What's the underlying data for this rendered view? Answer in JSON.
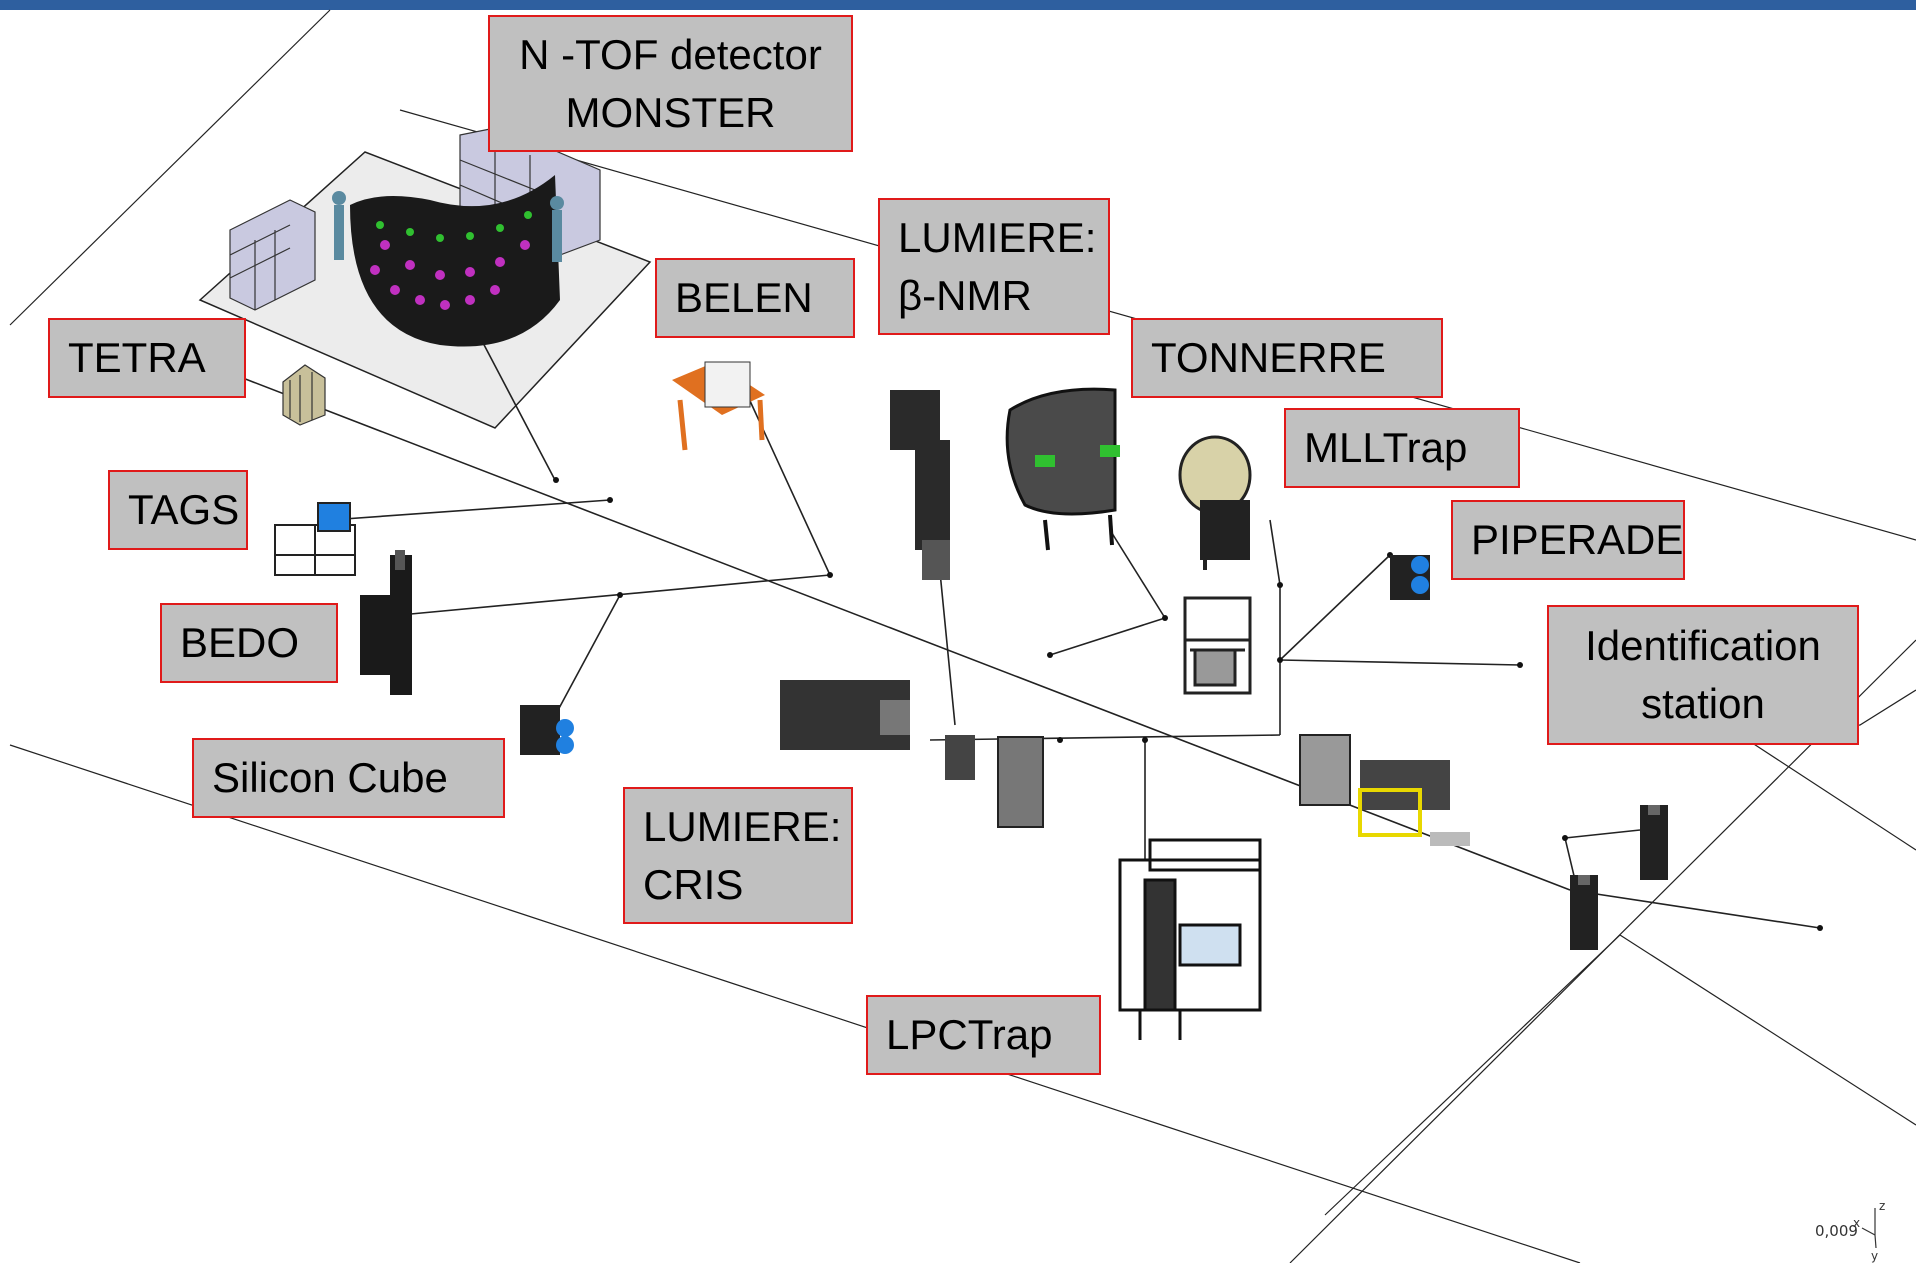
{
  "labels": {
    "ntof": "N -TOF detector\nMONSTER",
    "tetra": "TETRA",
    "belen": "BELEN",
    "lumiere_bnmr": "LUMIERE:\nβ-NMR",
    "tonnerre": "TONNERRE",
    "mlltrap": "MLLTrap",
    "tags": "TAGS",
    "piperade": "PIPERADE",
    "bedo": "BEDO",
    "identification": "Identification\nstation",
    "silicon_cube": "Silicon Cube",
    "lumiere_cris": "LUMIERE:\nCRIS",
    "lpctrap": "LPCTrap"
  },
  "scale_value": "0,009",
  "axes": {
    "z": "z",
    "x": "x",
    "y": "y"
  },
  "colors": {
    "header_bar": "#2e5f9f",
    "label_fill": "#c0c0c0",
    "label_border": "#e01a1a",
    "detector_magenta": "#c030c0",
    "detector_green": "#30c030",
    "belen_orange": "#e07020",
    "blue_component": "#2080e0",
    "yellow_frame": "#e8d800"
  }
}
